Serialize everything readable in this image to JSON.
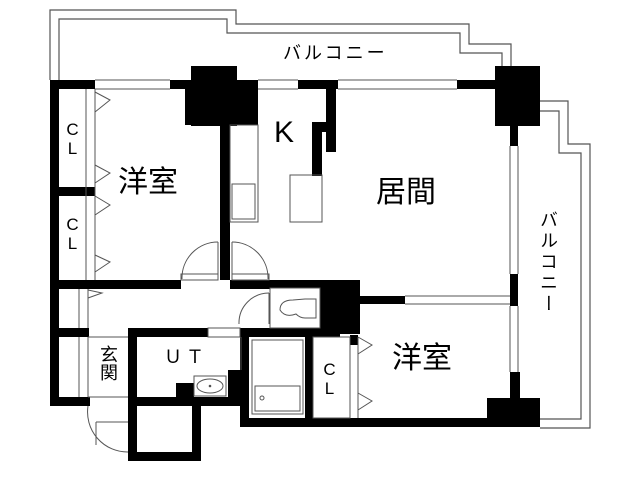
{
  "plan": {
    "rooms": {
      "western_room_1": "洋室",
      "western_room_2": "洋室",
      "living": "居間",
      "kitchen": "K",
      "entrance": "玄関",
      "utility": "ＵＴ"
    },
    "closets": {
      "cl_1": "CL",
      "cl_2": "CL",
      "cl_3": "CL"
    },
    "balconies": {
      "top": "バルコニー",
      "right": "バルコニー"
    }
  },
  "colors": {
    "wall": "#000000",
    "line": "#555555",
    "background": "#ffffff"
  }
}
